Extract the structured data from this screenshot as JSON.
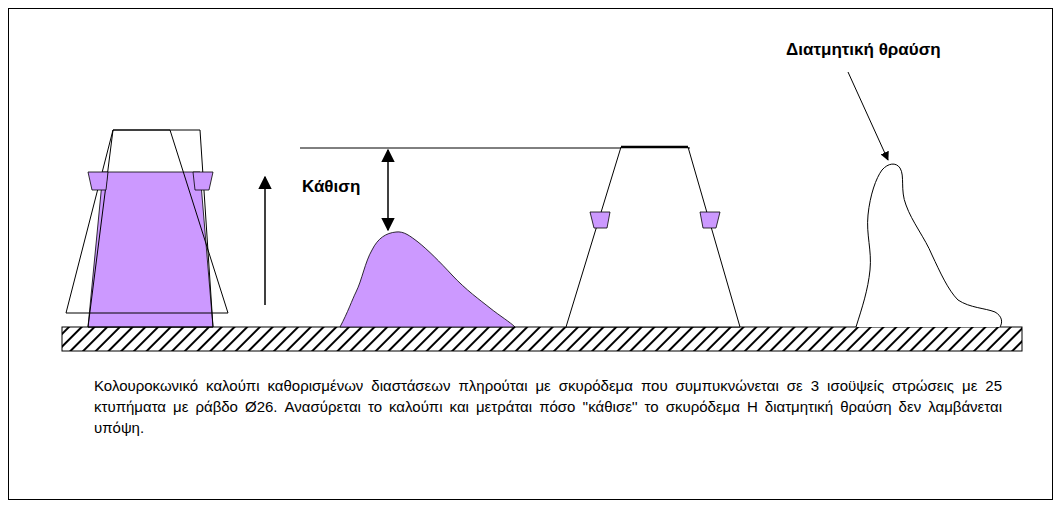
{
  "diagram": {
    "caption": "Κολουροκωνικό καλούπι καθορισμένων διαστάσεων πληρούται με σκυρόδεμα που συμπυκνώνεται σε 3 ισοϋψείς στρώσεις με 25 κτυπήματα με ράβδο Ø26. Ανασύρεται το καλούπι και μετράται πόσο ''κάθισε'' το σκυρόδεμα Η διατμητική θραύση δεν λαμβάνεται υπόψη.",
    "labels": [
      "Διατμητική θραύση",
      "Κάθιση"
    ]
  }
}
